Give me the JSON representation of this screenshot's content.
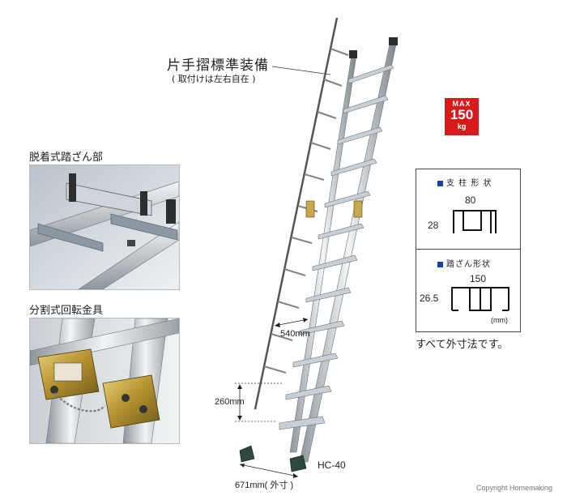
{
  "callout": {
    "title": "片手摺標準装備",
    "subtitle": "( 取付けは左右自在 )"
  },
  "photos": {
    "top_caption": "脱着式踏ざん部",
    "bottom_caption": "分割式回転金具"
  },
  "load_badge": {
    "line1": "MAX",
    "line2": "150",
    "line3": "kg"
  },
  "dimensions": {
    "inner_width": "540mm",
    "step_pitch": "260mm",
    "outer_width": "671mm( 外寸 )",
    "model": "HC-40"
  },
  "spec": {
    "pillar_title": "支 柱 形 状",
    "pillar_width": "80",
    "pillar_height": "28",
    "step_title": "踏ざん形状",
    "step_width": "150",
    "step_height": "26.5",
    "unit": "(mm)",
    "note": "すべて外寸法です。"
  },
  "colors": {
    "badge_red": "#d81a1a",
    "square_blue": "#1a3fa5"
  },
  "copyright": "Copyright Homemaking"
}
